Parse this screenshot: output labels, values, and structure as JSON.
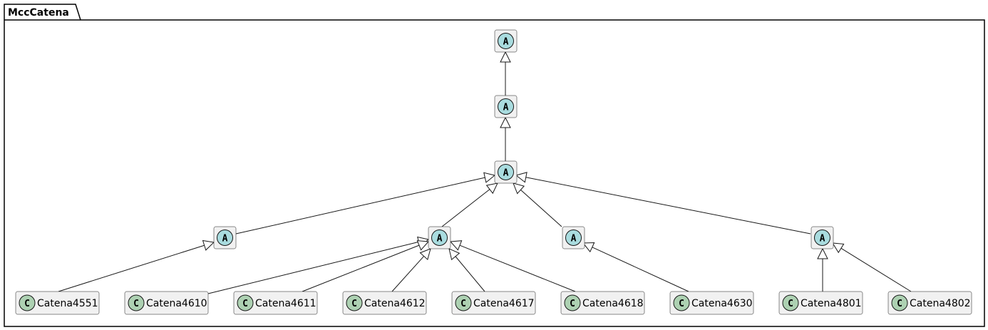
{
  "package": {
    "name": "MccCatena"
  },
  "abstract_marker": "A",
  "class_marker": "C",
  "colors": {
    "box_fill": "#F1F1F1",
    "box_stroke": "#181818",
    "abstract_circle": "#A9DCDF",
    "class_circle": "#ADD1B2",
    "line": "#181818"
  },
  "abstract_classes": [
    {
      "id": "a1",
      "name": ""
    },
    {
      "id": "a2",
      "name": ""
    },
    {
      "id": "a3",
      "name": ""
    },
    {
      "id": "a4",
      "name": ""
    },
    {
      "id": "a5",
      "name": ""
    },
    {
      "id": "a6",
      "name": ""
    },
    {
      "id": "a7",
      "name": ""
    }
  ],
  "classes": [
    {
      "id": "c4551",
      "name": "Catena4551"
    },
    {
      "id": "c4610",
      "name": "Catena4610"
    },
    {
      "id": "c4611",
      "name": "Catena4611"
    },
    {
      "id": "c4612",
      "name": "Catena4612"
    },
    {
      "id": "c4617",
      "name": "Catena4617"
    },
    {
      "id": "c4618",
      "name": "Catena4618"
    },
    {
      "id": "c4630",
      "name": "Catena4630"
    },
    {
      "id": "c4801",
      "name": "Catena4801"
    },
    {
      "id": "c4802",
      "name": "Catena4802"
    }
  ],
  "generalizations": [
    {
      "from": "a2",
      "to": "a1"
    },
    {
      "from": "a3",
      "to": "a2"
    },
    {
      "from": "a4",
      "to": "a3"
    },
    {
      "from": "a5",
      "to": "a3"
    },
    {
      "from": "a6",
      "to": "a3"
    },
    {
      "from": "a7",
      "to": "a3"
    },
    {
      "from": "c4551",
      "to": "a4"
    },
    {
      "from": "c4610",
      "to": "a5"
    },
    {
      "from": "c4611",
      "to": "a5"
    },
    {
      "from": "c4612",
      "to": "a5"
    },
    {
      "from": "c4617",
      "to": "a5"
    },
    {
      "from": "c4618",
      "to": "a5"
    },
    {
      "from": "c4630",
      "to": "a6"
    },
    {
      "from": "c4801",
      "to": "a7"
    },
    {
      "from": "c4802",
      "to": "a7"
    }
  ]
}
